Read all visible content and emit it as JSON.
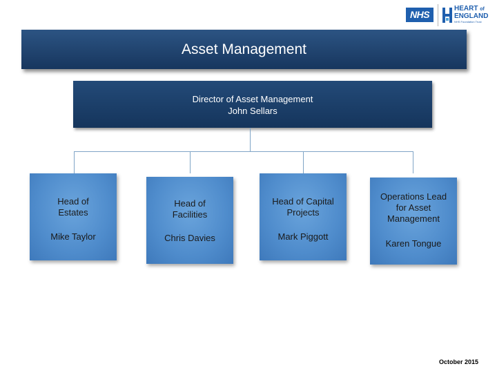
{
  "logos": {
    "nhs": "NHS",
    "hoe_line1": "HEART",
    "hoe_line1_small": "of",
    "hoe_line2": "ENGLAND",
    "hoe_tagline": "NHS Foundation Trust"
  },
  "title": "Asset Management",
  "director": {
    "role": "Director of Asset Management",
    "name": "John Sellars"
  },
  "reports": [
    {
      "role": "Head of Estates",
      "name": "Mike Taylor"
    },
    {
      "role": "Head of Facilities",
      "name": "Chris Davies"
    },
    {
      "role": "Head of Capital Projects",
      "name": "Mark Piggott"
    },
    {
      "role": "Operations Lead for Asset Management",
      "name": "Karen Tongue"
    }
  ],
  "footer_date": "October 2015",
  "colors": {
    "nhs_blue": "#1f5fae",
    "title_bar": "#1f4470",
    "director_box": "#1c4069",
    "report_box": "#4f8ccc",
    "connector": "#7fa4c6"
  }
}
